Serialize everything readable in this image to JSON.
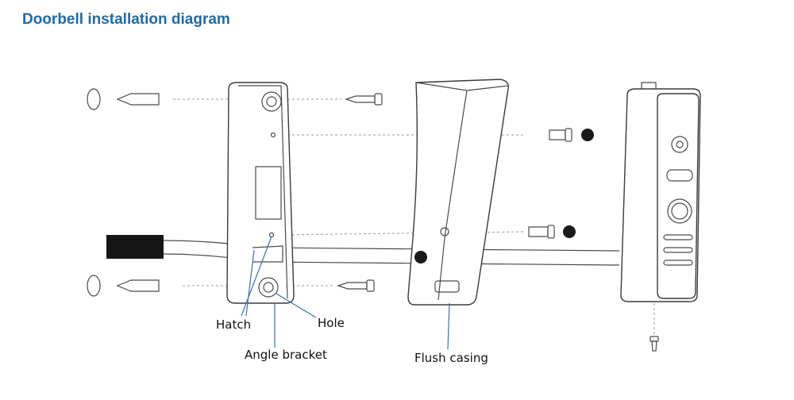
{
  "title": "Doorbell installation diagram",
  "labels": {
    "hatch": "Hatch",
    "hole": "Hole",
    "angle_bracket": "Angle bracket",
    "flush_casing": "Flush casing"
  },
  "colors": {
    "title": "#1f6aa5",
    "leader_lines": "#3d6fb6",
    "outline": "#3b3b3b"
  }
}
